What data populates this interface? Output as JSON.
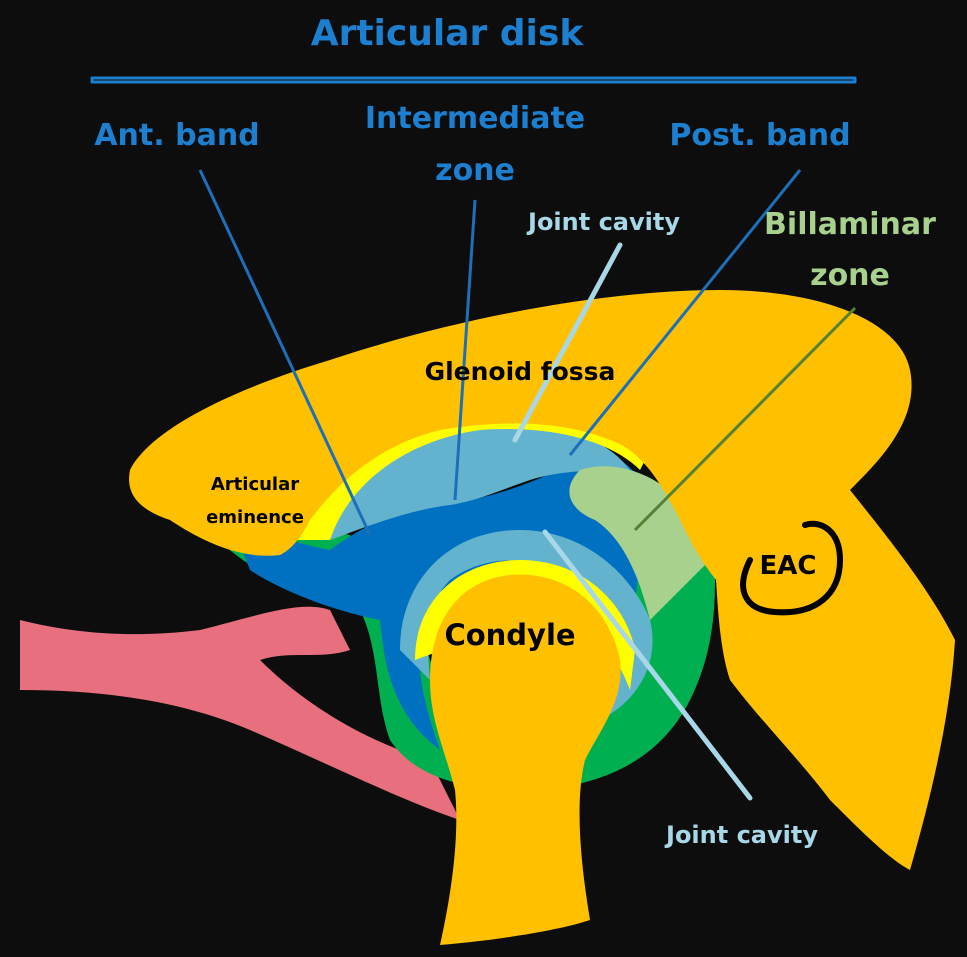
{
  "title": "Articular disk",
  "labels": {
    "ant_band": "Ant. band",
    "intermediate_zone_1": "Intermediate",
    "intermediate_zone_2": "zone",
    "post_band": "Post. band",
    "joint_cavity_top": "Joint cavity",
    "billaminar_1": "Billaminar",
    "billaminar_2": "zone",
    "glenoid_fossa": "Glenoid fossa",
    "articular_eminence_1": "Articular",
    "articular_eminence_2": "eminence",
    "eac": "EAC",
    "condyle": "Condyle",
    "joint_cavity_bottom": "Joint cavity"
  },
  "colors": {
    "background": "#0d0d0d",
    "bone": "#ffc000",
    "disk_blue": "#0070c0",
    "cavity_light_blue": "#63b3cf",
    "yellow_layer": "#ffff00",
    "green_capsule": "#00b050",
    "billaminar_green": "#a9d18e",
    "muscle_pink": "#e8707e",
    "label_blue": "#1c7fd0",
    "label_light_blue": "#a8d8e8",
    "label_green": "#a9d18e"
  }
}
